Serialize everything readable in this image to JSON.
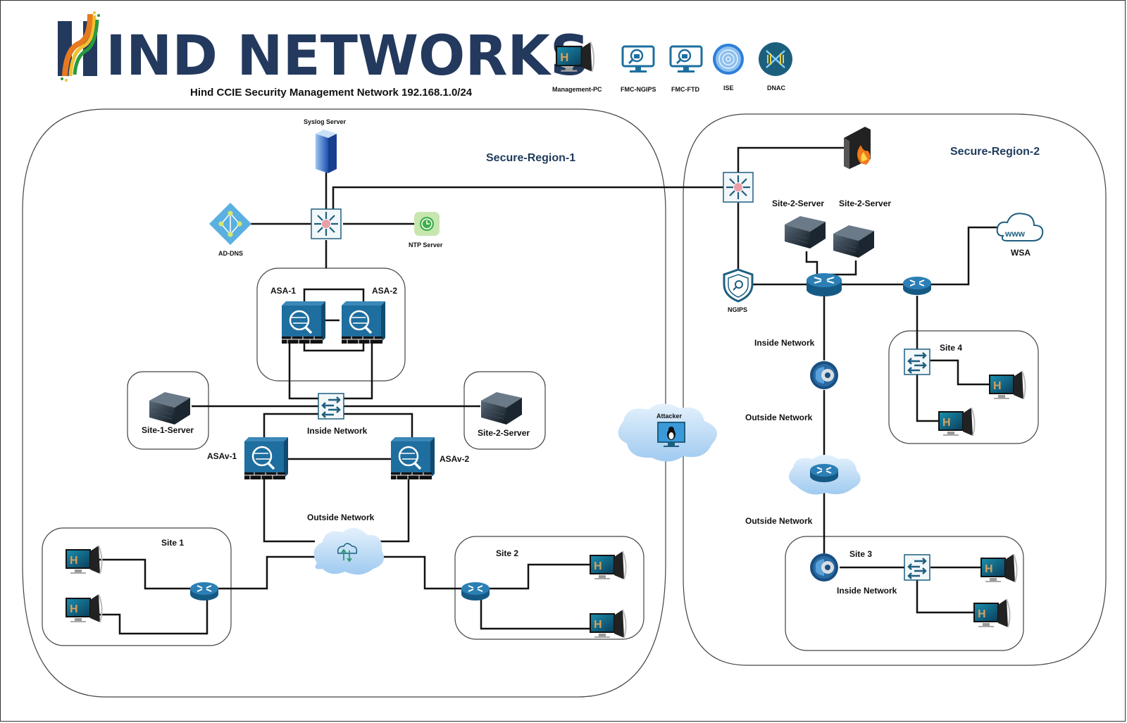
{
  "header": {
    "logo_text": "IND NETWORKS",
    "subtitle": "Hind CCIE Security Management Network 192.168.1.0/24"
  },
  "legend": [
    {
      "label": "Management-PC",
      "icon": "pc-icon"
    },
    {
      "label": "FMC-NGIPS",
      "icon": "fmc-monitor-icon"
    },
    {
      "label": "FMC-FTD",
      "icon": "fmc-monitor-icon"
    },
    {
      "label": "ISE",
      "icon": "fingerprint-icon"
    },
    {
      "label": "DNAC",
      "icon": "dnac-icon"
    }
  ],
  "region1": {
    "title": "Secure-Region-1",
    "syslog": "Syslog Server",
    "ad_dns": "AD-DNS",
    "ntp": "NTP Server",
    "asa1": "ASA-1",
    "asa2": "ASA-2",
    "asav1": "ASAv-1",
    "asav2": "ASAv-2",
    "site1_server": "Site-1-Server",
    "site2_server": "Site-2-Server",
    "inside": "Inside Network",
    "outside": "Outside Network",
    "site1": "Site 1",
    "site2": "Site 2"
  },
  "attacker": "Attacker",
  "region2": {
    "title": "Secure-Region-2",
    "server_a": "Site-2-Server",
    "server_b": "Site-2-Server",
    "wsa": "WSA",
    "ngips": "NGIPS",
    "inside": "Inside Network",
    "outside1": "Outside Network",
    "outside2": "Outside Network",
    "site4": "Site 4",
    "site3": "Site 3",
    "site3_inside": "Inside Network"
  },
  "colors": {
    "logo": "#23395d",
    "device_blue": "#1f6f9e",
    "region_title": "#1f3b5c",
    "cloud": "#bcdcf5"
  }
}
